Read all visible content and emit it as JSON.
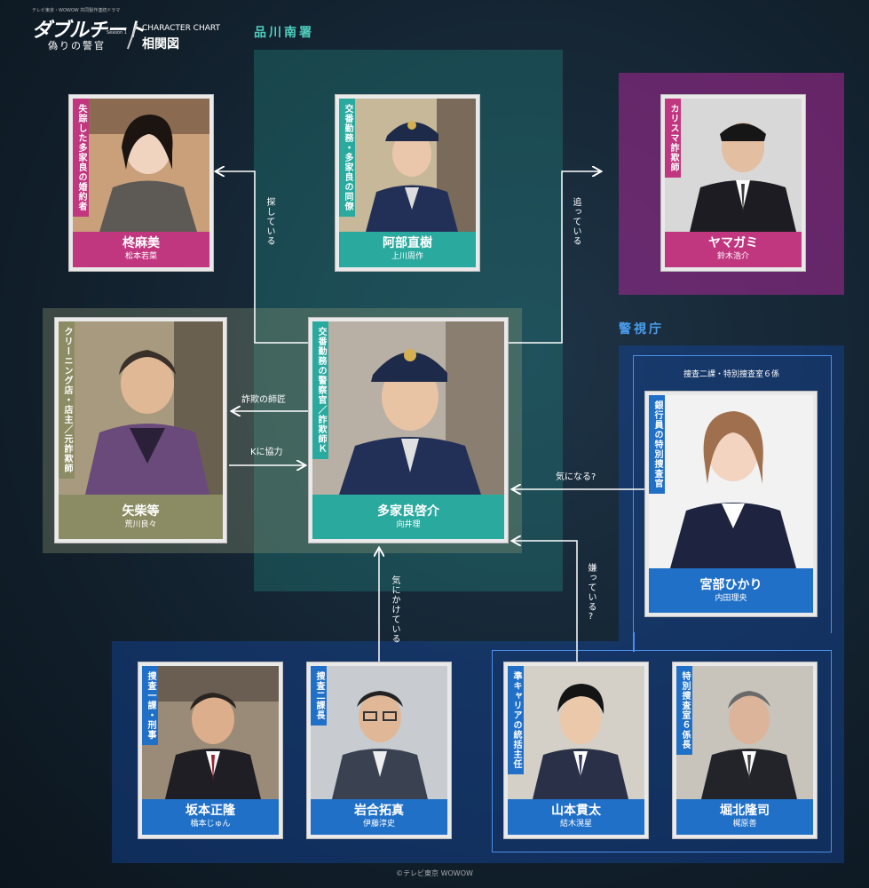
{
  "header": {
    "top_text": "テレビ東京・WOWOW 共同製作連続ドラマ",
    "logo_title": "ダブルチート",
    "logo_season": "Season 1",
    "logo_subtitle": "偽りの警官",
    "chart_label": "CHARACTER CHART",
    "chart_title": "相関図"
  },
  "regions": {
    "shinagawa": "品川南署",
    "keishicho": "警視庁",
    "nika_label": "捜査二課・特別捜査室６係"
  },
  "characters": [
    {
      "id": "hiiragi",
      "name": "柊麻美",
      "actor": "松本若菜",
      "role": "失踪した多家良の婚約者",
      "theme": "pink"
    },
    {
      "id": "abe",
      "name": "阿部直樹",
      "actor": "上川周作",
      "role": "交番勤務・多家良の同僚",
      "theme": "teal"
    },
    {
      "id": "yamagami",
      "name": "ヤマガミ",
      "actor": "鈴木浩介",
      "role": "カリスマ詐欺師",
      "theme": "pink"
    },
    {
      "id": "yashiba",
      "name": "矢柴等",
      "actor": "荒川良々",
      "role": "クリーニング店・店主／元詐欺師",
      "theme": "olive"
    },
    {
      "id": "takara",
      "name": "多家良啓介",
      "actor": "向井理",
      "role": "交番勤務の警察官／詐欺師Ｋ",
      "theme": "teal"
    },
    {
      "id": "miyabe",
      "name": "宮部ひかり",
      "actor": "内田理央",
      "role": "銀行員の特別捜査官",
      "theme": "blue"
    },
    {
      "id": "sakamoto",
      "name": "坂本正隆",
      "actor": "橋本じゅん",
      "role": "捜査一課・刑事",
      "theme": "blue"
    },
    {
      "id": "iwai",
      "name": "岩合拓真",
      "actor": "伊藤淳史",
      "role": "捜査二課長",
      "theme": "blue"
    },
    {
      "id": "yamamoto",
      "name": "山本貫太",
      "actor": "結木滉星",
      "role": "準キャリアの統括主任",
      "theme": "blue"
    },
    {
      "id": "horikita",
      "name": "堀北隆司",
      "actor": "梶原善",
      "role": "特別捜査室６係長",
      "theme": "blue"
    }
  ],
  "relations": {
    "sagashite": "探している",
    "oatteiru": "追っている",
    "sagi_shisho": "詐欺の師匠",
    "k_kyoryoku": "Kに協力",
    "kininaru": "気になる?",
    "kinikaketeiru": "気にかけている",
    "kiratteiru": "嫌っている?"
  },
  "footer": {
    "copyright": "©テレビ東京 WOWOW"
  },
  "colors": {
    "pink": "#c0367f",
    "teal": "#2aa99f",
    "olive": "#8c8c64",
    "blue": "#2170c8",
    "accent": "#4fd0c0"
  }
}
